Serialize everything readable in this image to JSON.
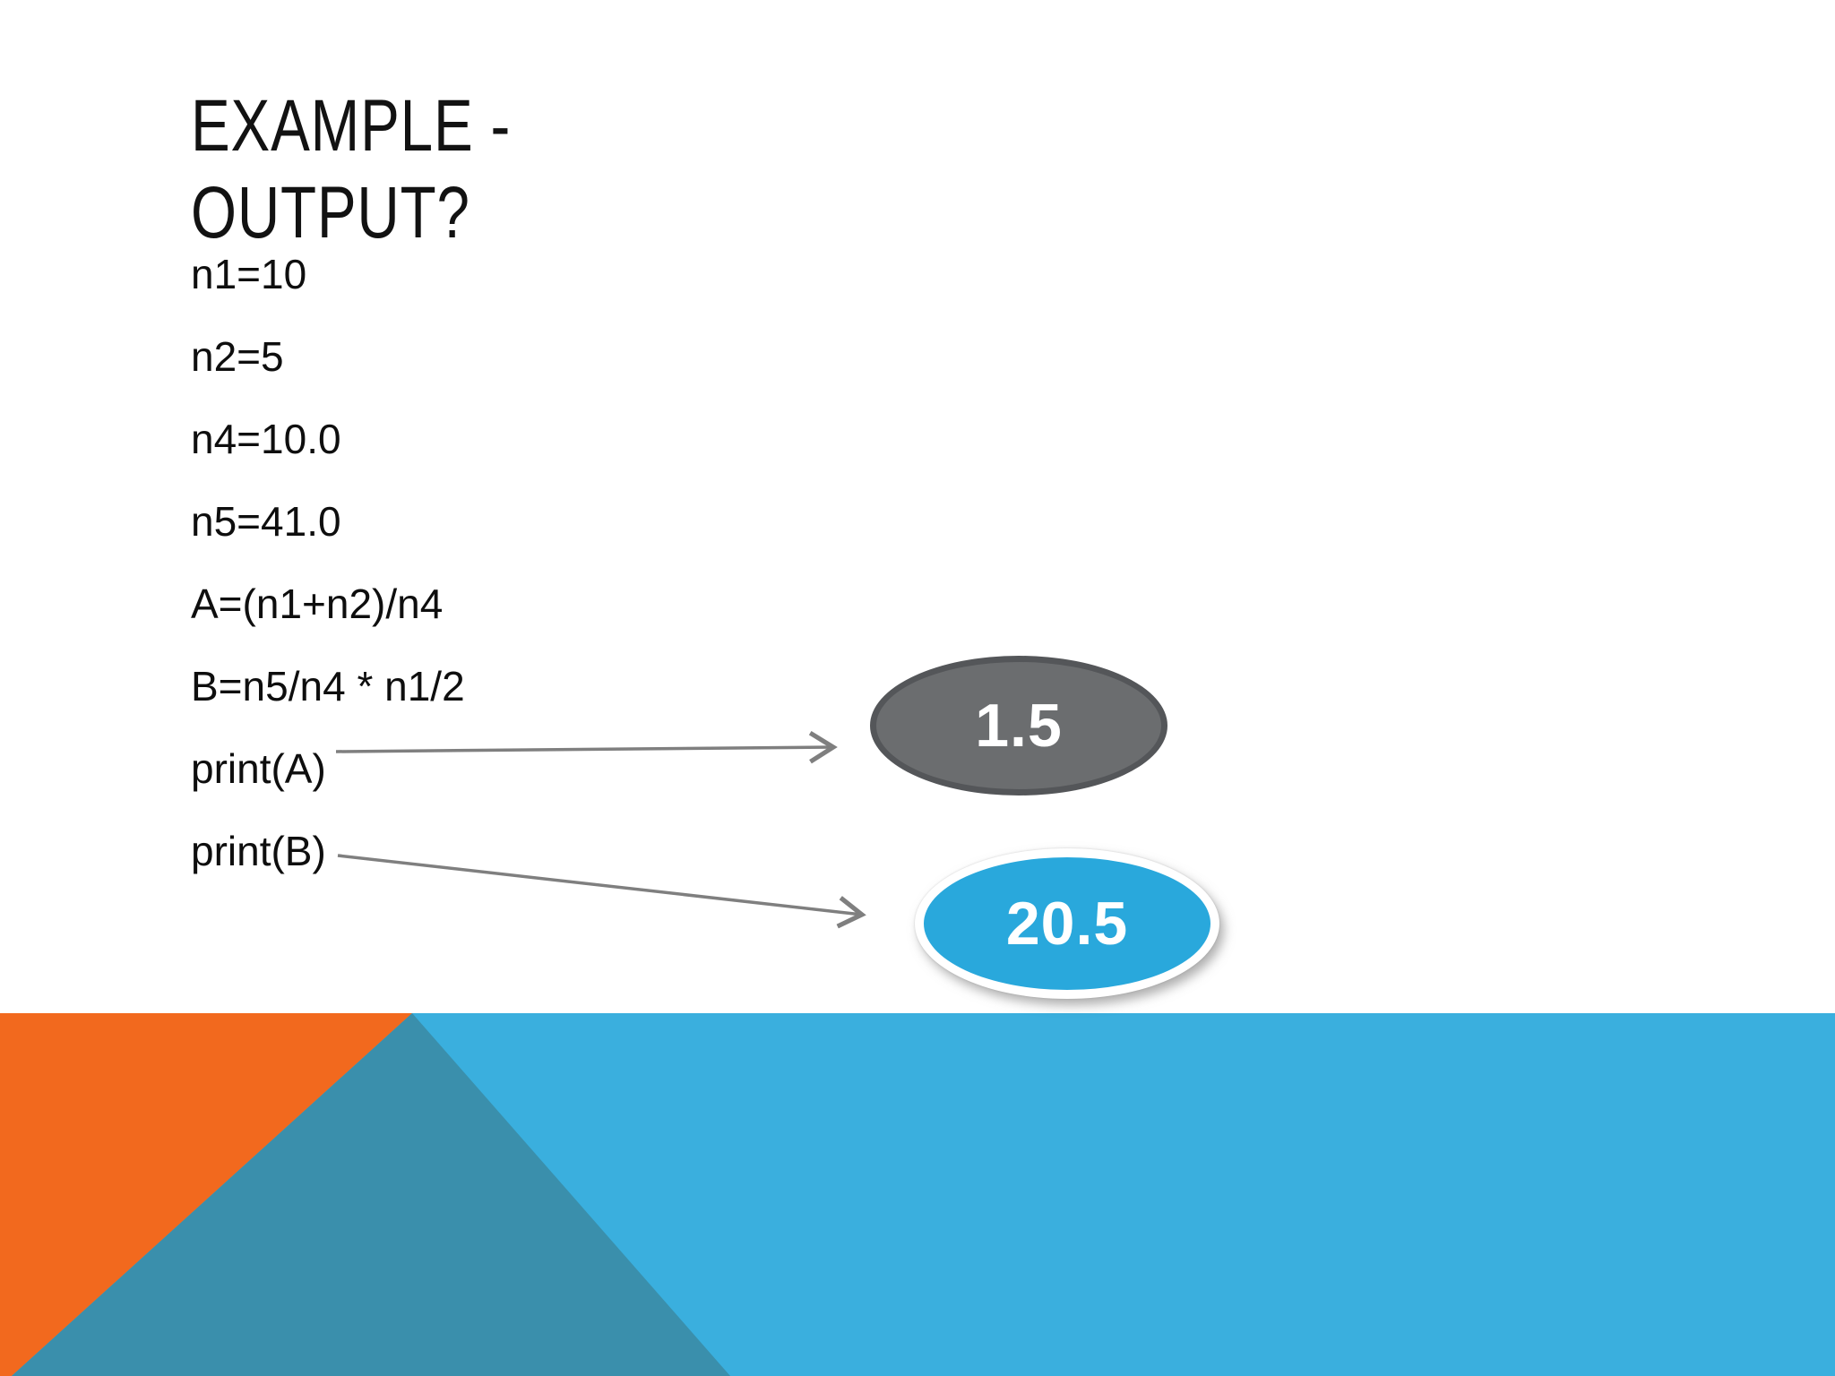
{
  "title": {
    "line1": "EXAMPLE -",
    "line2": "OUTPUT?"
  },
  "code_lines": [
    "n1=10",
    "n2=5",
    "n4=10.0",
    "n5=41.0",
    "A=(n1+n2)/n4",
    "B=n5/n4 * n1/2",
    "print(A)",
    "print(B)"
  ],
  "outputs": {
    "print_a": "1.5",
    "print_b": "20.5"
  },
  "colors": {
    "text": "#0e0e0e",
    "orange": "#F2691E",
    "teal": "#3A8FAC",
    "light_blue": "#3AAFDE",
    "gray_ellipse_fill": "#6B6D6F",
    "gray_ellipse_border": "#545659",
    "blue_ellipse_fill": "#29A8DC",
    "arrow": "#7F7F7F"
  }
}
